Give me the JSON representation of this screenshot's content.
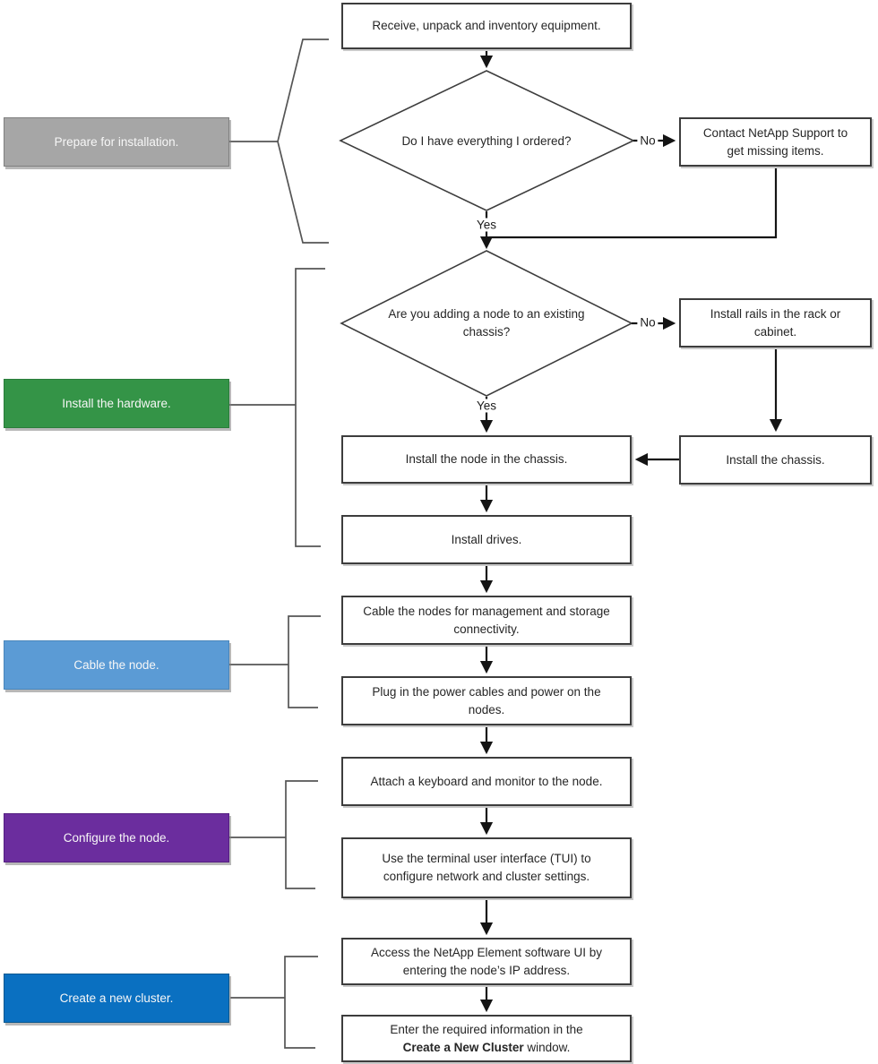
{
  "stages": [
    {
      "label": "Prepare for installation.",
      "fill": "#a6a6a6",
      "border": "#7f7f7f"
    },
    {
      "label": "Install the hardware.",
      "fill": "#349447",
      "border": "#2a7d3b"
    },
    {
      "label": "Cable the node.",
      "fill": "#5b9bd5",
      "border": "#4a86bb"
    },
    {
      "label": "Configure the node.",
      "fill": "#6b2d9e",
      "border": "#551f82"
    },
    {
      "label": "Create a new cluster.",
      "fill": "#0a70c1",
      "border": "#07578f"
    }
  ],
  "steps": {
    "receive": "Receive, unpack and inventory equipment.",
    "decision_ordered": "Do I have everything I ordered?",
    "contact_support": "Contact NetApp Support to get missing items.",
    "decision_existing_chassis": "Are you adding a node to an existing chassis?",
    "install_rails": "Install rails in the rack or cabinet.",
    "install_chassis": "Install the chassis.",
    "install_node": "Install the node in the chassis.",
    "install_drives": "Install drives.",
    "cable_nodes": "Cable the nodes for management and storage connectivity.",
    "plug_power": "Plug in the power cables and power on the nodes.",
    "attach_keyboard": "Attach a keyboard and monitor to the node.",
    "use_tui": "Use the terminal user interface (TUI) to configure network and cluster settings.",
    "access_ui": "Access the NetApp Element software UI by entering the node’s IP address.",
    "enter_info_prefix": "Enter the required information in the",
    "enter_info_bold": "Create a New Cluster",
    "enter_info_suffix": " window."
  },
  "labels": {
    "yes": "Yes",
    "no": "No"
  },
  "line_colors": {
    "arrow": "#141414",
    "bracket": "#555555",
    "shape_border": "#3d3d3d"
  }
}
